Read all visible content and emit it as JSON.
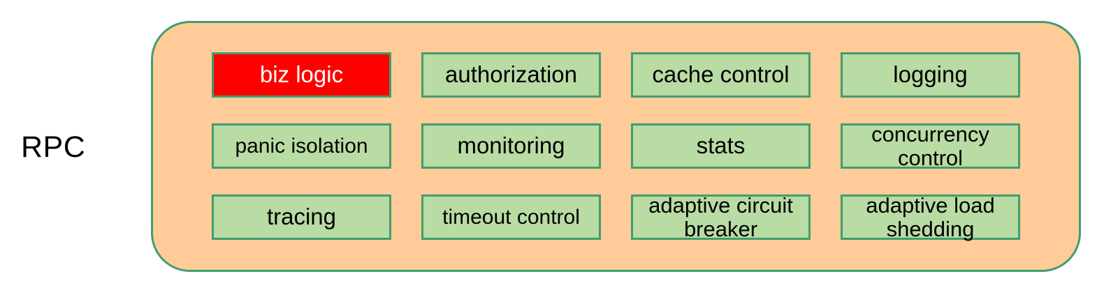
{
  "diagram": {
    "side_label": "RPC",
    "container": {
      "name": "rpc-container",
      "fill": "#ffcc99",
      "stroke": "#3f9e6e"
    },
    "box_style": {
      "fill": "#b9dba4",
      "stroke": "#3f9e6e",
      "text_color": "#000000",
      "highlight_fill": "#ff0000",
      "highlight_text_color": "#ffffff"
    },
    "rows": [
      [
        {
          "label": "biz logic",
          "highlight": true,
          "size": "normal"
        },
        {
          "label": "authorization",
          "highlight": false,
          "size": "normal"
        },
        {
          "label": "cache control",
          "highlight": false,
          "size": "normal"
        },
        {
          "label": "logging",
          "highlight": false,
          "size": "normal"
        }
      ],
      [
        {
          "label": "panic isolation",
          "highlight": false,
          "size": "small"
        },
        {
          "label": "monitoring",
          "highlight": false,
          "size": "normal"
        },
        {
          "label": "stats",
          "highlight": false,
          "size": "normal"
        },
        {
          "label": "concurrency\ncontrol",
          "highlight": false,
          "size": "wrapped"
        }
      ],
      [
        {
          "label": "tracing",
          "highlight": false,
          "size": "normal"
        },
        {
          "label": "timeout control",
          "highlight": false,
          "size": "small"
        },
        {
          "label": "adaptive circuit\nbreaker",
          "highlight": false,
          "size": "wrapped"
        },
        {
          "label": "adaptive load\nshedding",
          "highlight": false,
          "size": "wrapped"
        }
      ]
    ]
  }
}
